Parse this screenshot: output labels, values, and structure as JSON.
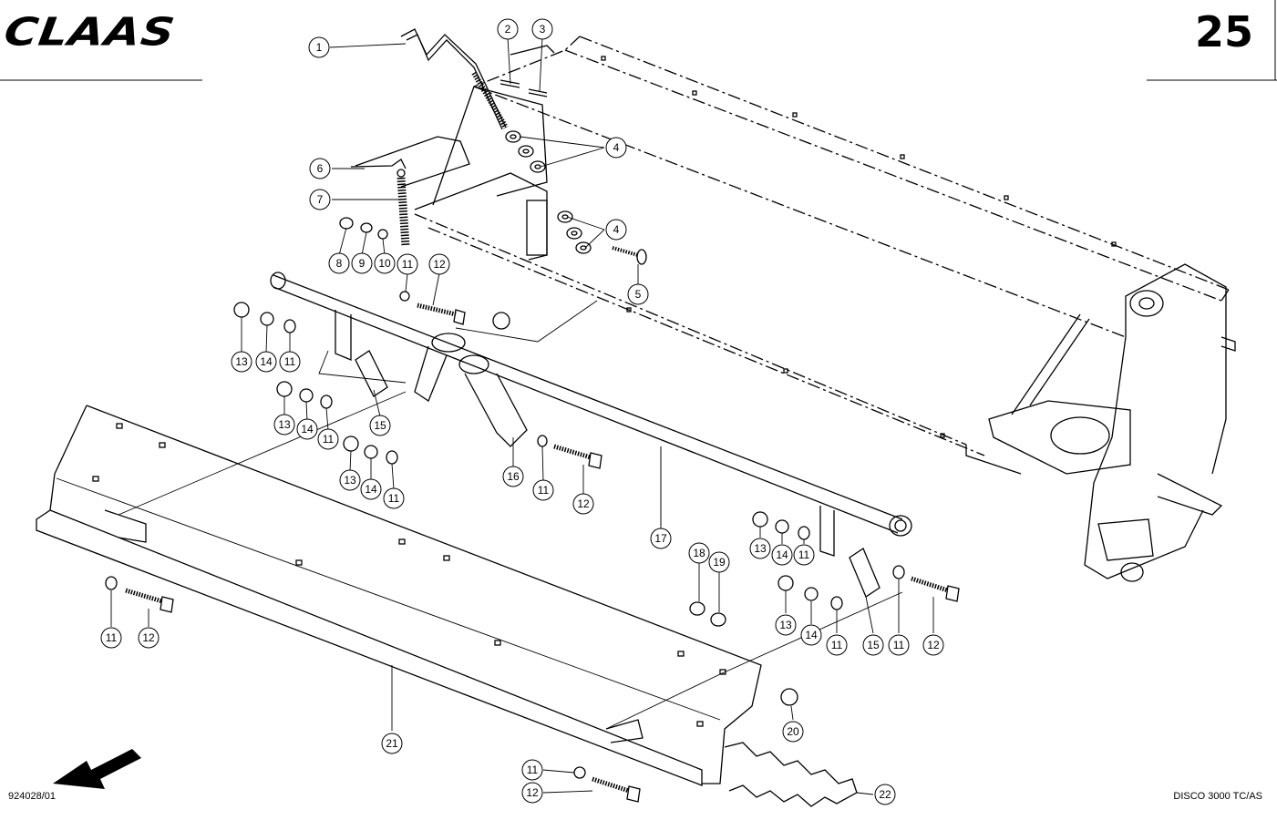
{
  "header": {
    "brand": "CLAAS",
    "page_number": "25"
  },
  "footer": {
    "drawing_code": "924028/01",
    "model": "DISCO 3000 TC/AS"
  },
  "callouts": [
    {
      "key": "c1",
      "label": "1"
    },
    {
      "key": "c2",
      "label": "2"
    },
    {
      "key": "c3",
      "label": "3"
    },
    {
      "key": "c4a",
      "label": "4"
    },
    {
      "key": "c4b",
      "label": "4"
    },
    {
      "key": "c5",
      "label": "5"
    },
    {
      "key": "c6",
      "label": "6"
    },
    {
      "key": "c7",
      "label": "7"
    },
    {
      "key": "c8",
      "label": "8"
    },
    {
      "key": "c9",
      "label": "9"
    },
    {
      "key": "c10",
      "label": "10"
    },
    {
      "key": "c11a",
      "label": "11"
    },
    {
      "key": "c12a",
      "label": "12"
    },
    {
      "key": "c13a",
      "label": "13"
    },
    {
      "key": "c14a",
      "label": "14"
    },
    {
      "key": "c11b",
      "label": "11"
    },
    {
      "key": "c13b",
      "label": "13"
    },
    {
      "key": "c14b",
      "label": "14"
    },
    {
      "key": "c11c",
      "label": "11"
    },
    {
      "key": "c15a",
      "label": "15"
    },
    {
      "key": "c13c",
      "label": "13"
    },
    {
      "key": "c14c",
      "label": "14"
    },
    {
      "key": "c11d",
      "label": "11"
    },
    {
      "key": "c16",
      "label": "16"
    },
    {
      "key": "c11e",
      "label": "11"
    },
    {
      "key": "c12b",
      "label": "12"
    },
    {
      "key": "c17",
      "label": "17"
    },
    {
      "key": "c18",
      "label": "18"
    },
    {
      "key": "c19",
      "label": "19"
    },
    {
      "key": "c13d",
      "label": "13"
    },
    {
      "key": "c14d",
      "label": "14"
    },
    {
      "key": "c11f",
      "label": "11"
    },
    {
      "key": "c13e",
      "label": "13"
    },
    {
      "key": "c14e",
      "label": "14"
    },
    {
      "key": "c11g",
      "label": "11"
    },
    {
      "key": "c15b",
      "label": "15"
    },
    {
      "key": "c11h",
      "label": "11"
    },
    {
      "key": "c12c",
      "label": "12"
    },
    {
      "key": "c11i",
      "label": "11"
    },
    {
      "key": "c12d",
      "label": "12"
    },
    {
      "key": "c20",
      "label": "20"
    },
    {
      "key": "c21",
      "label": "21"
    },
    {
      "key": "c11j",
      "label": "11"
    },
    {
      "key": "c12e",
      "label": "12"
    },
    {
      "key": "c22",
      "label": "22"
    }
  ]
}
